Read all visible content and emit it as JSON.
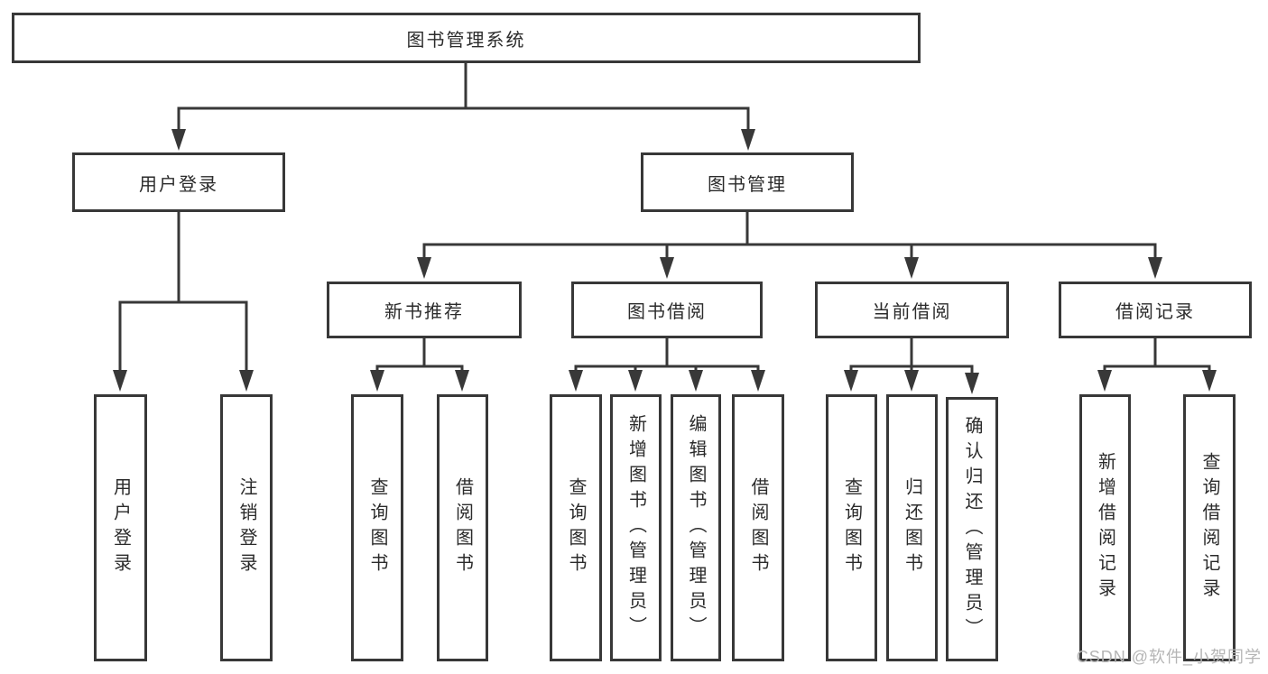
{
  "tree": {
    "root": {
      "label": "图书管理系统"
    },
    "children": [
      {
        "label": "用户登录",
        "children": [
          {
            "label": "用户登录"
          },
          {
            "label": "注销登录"
          }
        ]
      },
      {
        "label": "图书管理",
        "children": [
          {
            "label": "新书推荐",
            "children": [
              {
                "label": "查询图书"
              },
              {
                "label": "借阅图书"
              }
            ]
          },
          {
            "label": "图书借阅",
            "children": [
              {
                "label": "查询图书"
              },
              {
                "label": "新增图书（管理员）"
              },
              {
                "label": "编辑图书（管理员）"
              },
              {
                "label": "借阅图书"
              }
            ]
          },
          {
            "label": "当前借阅",
            "children": [
              {
                "label": "查询图书"
              },
              {
                "label": "归还图书"
              },
              {
                "label": "确认归还（管理员）"
              }
            ]
          },
          {
            "label": "借阅记录",
            "children": [
              {
                "label": "新增借阅记录"
              },
              {
                "label": "查询借阅记录"
              }
            ]
          }
        ]
      }
    ]
  },
  "watermark": "CSDN @软件_小贺同学",
  "colors": {
    "line": "#383838",
    "box_border": "#383838",
    "text": "#2b2b2b",
    "watermark": "#b5b5b5",
    "background": "#ffffff"
  }
}
